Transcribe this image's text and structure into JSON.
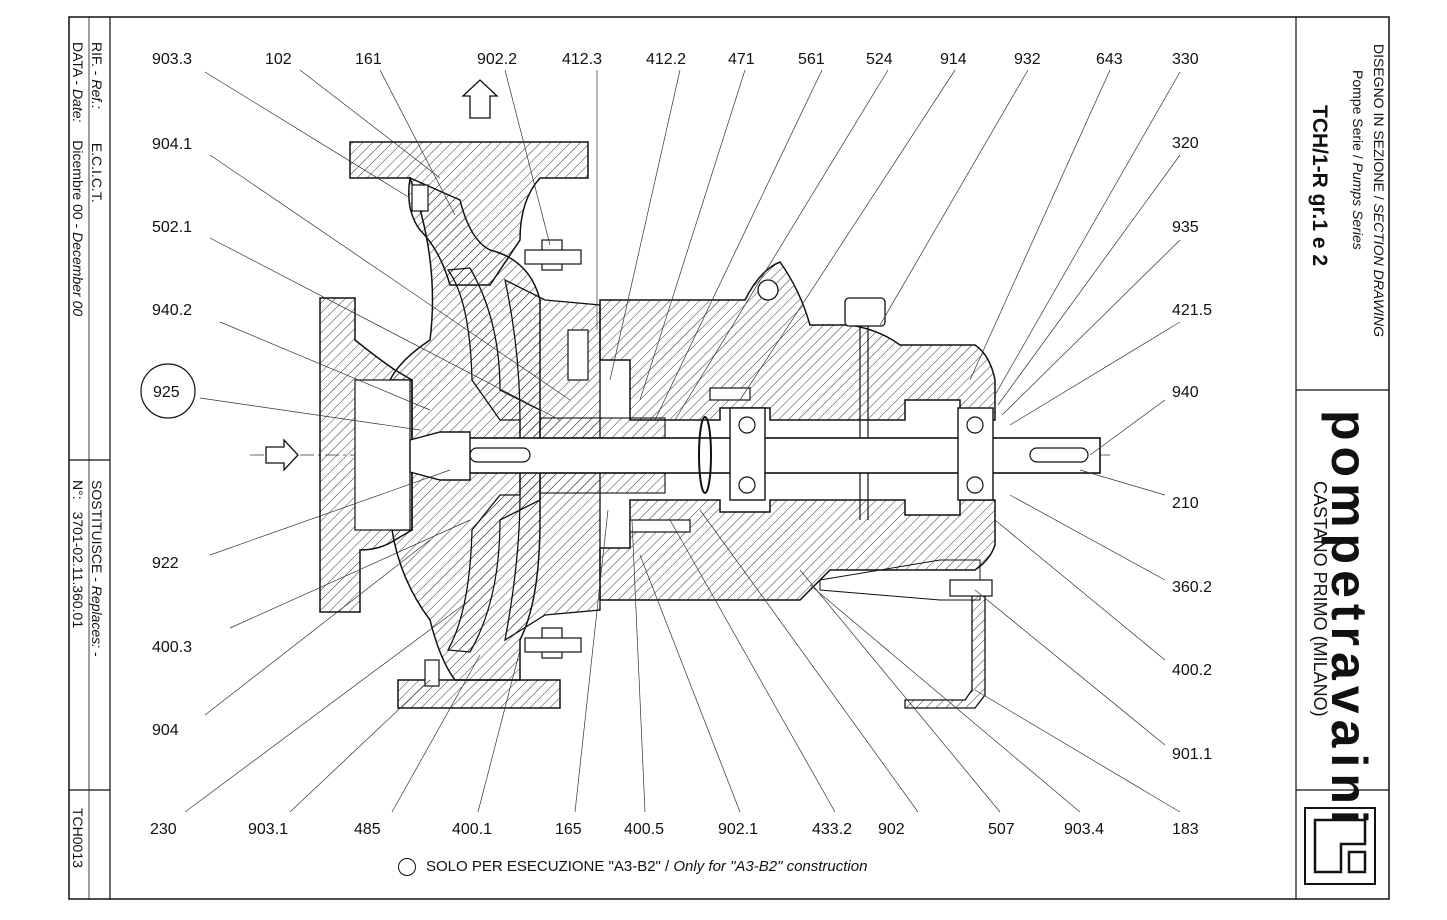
{
  "title_block": {
    "drawing_title_it": "DISEGNO IN SEZIONE / ",
    "drawing_title_en": "SECTION DRAWING",
    "series_it": "Pompe Serie / ",
    "series_en": "Pumps Series",
    "model": "TCH/1-R gr.1 e 2",
    "brand": "pompetravaini",
    "location": "CASTANO PRIMO  (MILANO)"
  },
  "left_block": {
    "rif_label": "RIF. - ",
    "rif_label_en": "Ref.:",
    "rif_value": "E.C.I.C.T.",
    "data_label": "DATA - ",
    "data_label_en": "Date:",
    "data_value_it": "Dicembre 00 - ",
    "data_value_en": "December 00",
    "replaces_label": "SOSTITUISCE - ",
    "replaces_label_en": "Replaces:",
    "replaces_value": " -",
    "number_label": "N°:",
    "number_value": "3701-02.11.360.01",
    "code": "TCH0013"
  },
  "note": {
    "it": "SOLO PER ESECUZIONE \"A3-B2\" / ",
    "en": "Only for \"A3-B2\" construction"
  },
  "part_labels": {
    "top": [
      "903.3",
      "102",
      "161",
      "902.2",
      "412.3",
      "412.2",
      "471",
      "561",
      "524",
      "914",
      "932",
      "643",
      "330"
    ],
    "left": [
      "904.1",
      "502.1",
      "940.2",
      "925",
      "922",
      "400.3",
      "904"
    ],
    "right": [
      "320",
      "935",
      "421.5",
      "940",
      "210",
      "360.2",
      "400.2",
      "901.1"
    ],
    "bottom": [
      "230",
      "903.1",
      "485",
      "400.1",
      "165",
      "400.5",
      "902.1",
      "433.2",
      "902",
      "507",
      "903.4",
      "183"
    ]
  },
  "circled_part": "925"
}
